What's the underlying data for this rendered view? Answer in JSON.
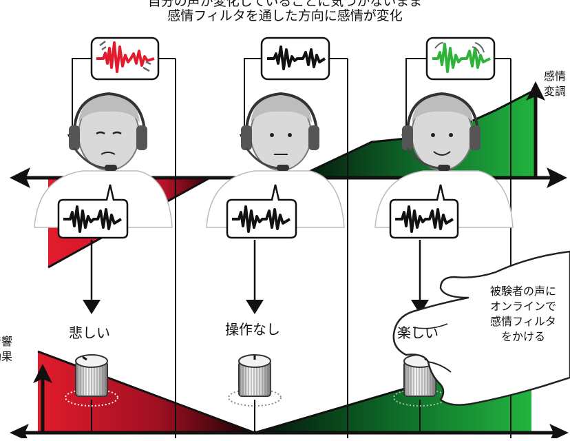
{
  "caption": {
    "line1": "自分の声が変化していることに気づかないまま",
    "line2": "感情フィルタを通した方向に感情が変化"
  },
  "left_axis_label": [
    "音響",
    "効果"
  ],
  "right_axis_label": [
    "感情",
    "変調"
  ],
  "conditions": [
    {
      "label": "悲しい",
      "wave_color": "#e21c2c",
      "emotion": "sad"
    },
    {
      "label": "操作なし",
      "wave_color": "#111111",
      "emotion": "neutral"
    },
    {
      "label": "楽しい",
      "wave_color": "#2fb33a",
      "emotion": "happy"
    }
  ],
  "hand_note": [
    "被験者の声に",
    "オンラインで",
    "感情フィルタ",
    "をかける"
  ],
  "colors": {
    "red": "#e21c2c",
    "green": "#1fa83a",
    "dark": "#111111"
  }
}
